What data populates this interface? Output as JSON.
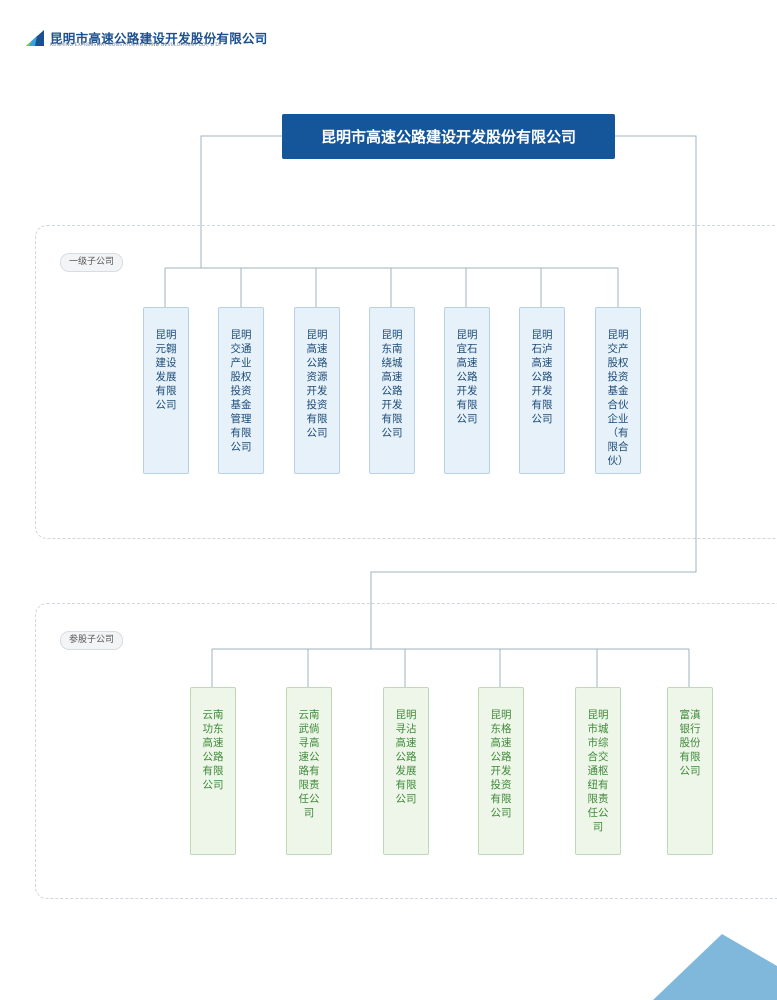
{
  "header": {
    "company_cn": "昆明市高速公路建设开发股份有限公司",
    "company_en": "KUNMING EXPRESSWAY CONSTRUCTION AND DEVELOPMENT CO., LTD."
  },
  "root": {
    "name": "昆明市高速公路建设开发股份有限公司"
  },
  "tier1": {
    "label": "一级子公司",
    "items": [
      "昆明元翱建设发展有限公司",
      "昆明交通产业股权投资基金管理有限公司",
      "昆明高速公路资源开发投资有限公司",
      "昆明东南绕城高速公路开发有限公司",
      "昆明宜石高速公路开发有限公司",
      "昆明石泸高速公路开发有限公司",
      "昆明交产股权投资基金合伙企业（有限合伙）"
    ]
  },
  "tier2": {
    "label": "参股子公司",
    "items": [
      "云南功东高速公路有限公司",
      "云南武倘寻高速公路有限责任公司",
      "昆明寻沾高速公路发展有限公司",
      "昆明东格高速公路开发投资有限公司",
      "昆明市城市综合交通枢纽有限责任公司",
      "富滇银行股份有限公司"
    ]
  },
  "colors": {
    "root_fill": "#15569b",
    "tier1_fill": "#e6f1f9",
    "tier1_text": "#1d4c78",
    "tier2_fill": "#eef6ea",
    "tier2_text": "#3f8a38",
    "connector": "#9fb3c2",
    "corner_accent": "#7fb8da"
  }
}
